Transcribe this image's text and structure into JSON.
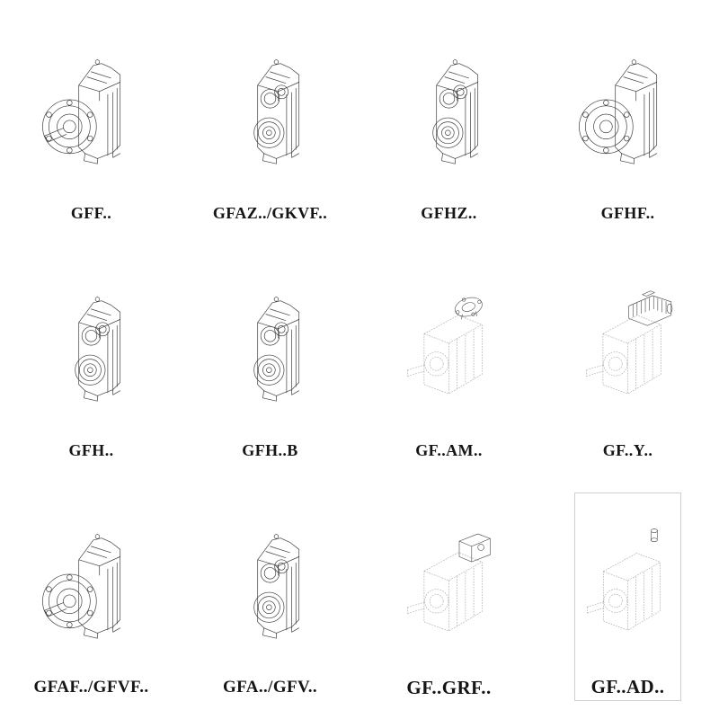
{
  "page": {
    "background_color": "#ffffff"
  },
  "catalog": {
    "items": [
      {
        "label": "GFF..",
        "drawing_style": "solid-flange-with-output-shaft"
      },
      {
        "label": "GFAZ../GKVF..",
        "drawing_style": "solid-dual-bore"
      },
      {
        "label": "GFHZ..",
        "drawing_style": "solid-dual-bore"
      },
      {
        "label": "GFHF..",
        "drawing_style": "solid-flange"
      },
      {
        "label": "GFH..",
        "drawing_style": "solid-dual-bore"
      },
      {
        "label": "GFH..B",
        "drawing_style": "solid-dual-bore"
      },
      {
        "label": "GF..AM..",
        "drawing_style": "phantom-body-with-input-flange"
      },
      {
        "label": "GF..Y..",
        "drawing_style": "phantom-body-with-motor"
      },
      {
        "label": "GFAF../GFVF..",
        "drawing_style": "solid-flange-with-output-shaft"
      },
      {
        "label": "GFA../GFV..",
        "drawing_style": "solid-dual-bore"
      },
      {
        "label": "GF..GRF..",
        "drawing_style": "phantom-body-with-input-adapter"
      },
      {
        "label": "GF..AD..",
        "drawing_style": "phantom-body-with-input-shaft"
      }
    ]
  },
  "style": {
    "line_color": "#3e3e3e",
    "phantom_line_color": "#9c9c9c",
    "label_color": "#151515",
    "background": "#ffffff"
  }
}
